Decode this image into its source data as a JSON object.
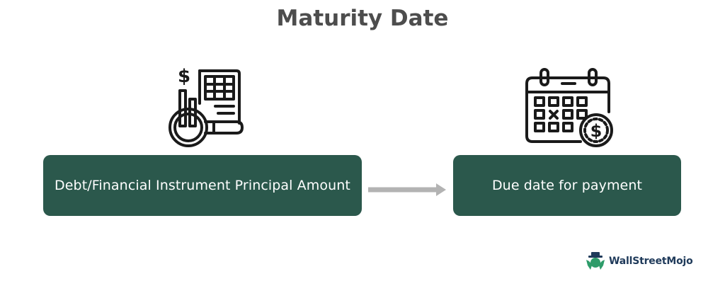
{
  "title": "Maturity Date",
  "boxes": {
    "left": "Debt/Financial Instrument Principal Amount",
    "right": "Due date for payment"
  },
  "icons": {
    "left": "financial-document-magnifier-icon",
    "right": "calendar-dollar-icon",
    "brand": "wallstreetmojo-logo-icon"
  },
  "brand": "WallStreetMojo",
  "colors": {
    "box": "#2b584c",
    "title": "#4d4d4d",
    "arrow": "#b3b3b3",
    "icon_stroke": "#1a1a1a",
    "brand_text": "#1f3a5a",
    "brand_green": "#2e9c6a"
  }
}
